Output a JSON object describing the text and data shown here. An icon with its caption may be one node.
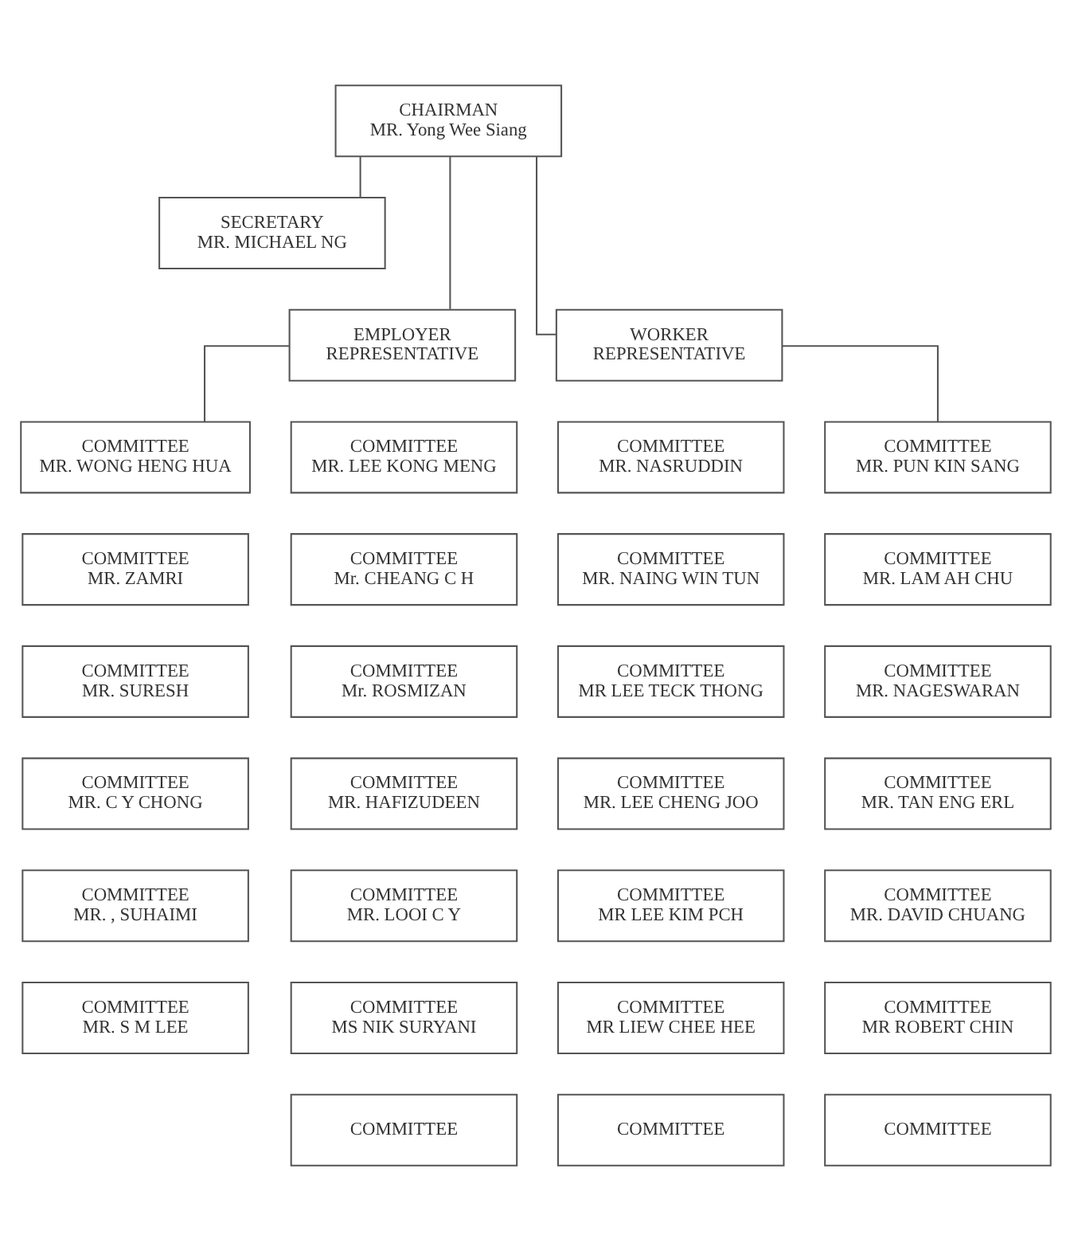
{
  "diagram": {
    "nodes": [
      {
        "text": [
          "CHAIRMAN",
          "MR. Yong Wee Siang"
        ]
      },
      {
        "text": [
          "SECRETARY",
          "MR. MICHAEL NG"
        ]
      },
      {
        "text": [
          "EMPLOYER",
          "REPRESENTATIVE"
        ]
      },
      {
        "text": [
          "WORKER",
          "REPRESENTATIVE"
        ]
      },
      {
        "text": [
          "COMMITTEE",
          "MR. WONG HENG HUA"
        ]
      },
      {
        "text": [
          "COMMITTEE",
          "MR. LEE KONG MENG"
        ]
      },
      {
        "text": [
          "COMMITTEE",
          "MR. NASRUDDIN"
        ]
      },
      {
        "text": [
          "COMMITTEE",
          "MR. PUN KIN SANG"
        ]
      },
      {
        "text": [
          "COMMITTEE",
          "MR. ZAMRI"
        ]
      },
      {
        "text": [
          "COMMITTEE",
          "Mr. CHEANG C H"
        ]
      },
      {
        "text": [
          "COMMITTEE",
          "MR. NAING WIN TUN"
        ]
      },
      {
        "text": [
          "COMMITTEE",
          "MR. LAM AH CHU"
        ]
      },
      {
        "text": [
          "COMMITTEE",
          "MR. SURESH"
        ]
      },
      {
        "text": [
          "COMMITTEE",
          "Mr. ROSMIZAN"
        ]
      },
      {
        "text": [
          "COMMITTEE",
          "MR LEE TECK THONG"
        ]
      },
      {
        "text": [
          "COMMITTEE",
          "MR. NAGESWARAN"
        ]
      },
      {
        "text": [
          "COMMITTEE",
          "MR. C Y CHONG"
        ]
      },
      {
        "text": [
          "COMMITTEE",
          "MR. HAFIZUDEEN"
        ]
      },
      {
        "text": [
          "COMMITTEE",
          "MR. LEE CHENG JOO"
        ]
      },
      {
        "text": [
          "COMMITTEE",
          "MR. TAN ENG ERL"
        ]
      },
      {
        "text": [
          "COMMITTEE",
          "MR. , SUHAIMI"
        ]
      },
      {
        "text": [
          "COMMITTEE",
          "MR. LOOI C Y"
        ]
      },
      {
        "text": [
          "COMMITTEE",
          "MR LEE KIM PCH"
        ]
      },
      {
        "text": [
          "COMMITTEE",
          "MR. DAVID CHUANG"
        ]
      },
      {
        "text": [
          "COMMITTEE",
          "MR. S M LEE"
        ]
      },
      {
        "text": [
          "COMMITTEE",
          "MS NIK SURYANI"
        ]
      },
      {
        "text": [
          "COMMITTEE",
          "MR LIEW CHEE HEE"
        ]
      },
      {
        "text": [
          "COMMITTEE",
          "MR ROBERT CHIN"
        ]
      },
      {
        "text": [
          "COMMITTEE"
        ]
      },
      {
        "text": [
          "COMMITTEE"
        ]
      },
      {
        "text": [
          "COMMITTEE"
        ]
      }
    ],
    "edges": [
      {
        "from": 0,
        "to": 1,
        "arrow": "none"
      },
      {
        "from": 0,
        "to": 2,
        "arrow": "none"
      },
      {
        "from": 0,
        "to": 3,
        "arrow": "none"
      },
      {
        "from": 2,
        "to": 4,
        "arrow": "none"
      },
      {
        "from": 3,
        "to": 7,
        "arrow": "none"
      }
    ]
  }
}
